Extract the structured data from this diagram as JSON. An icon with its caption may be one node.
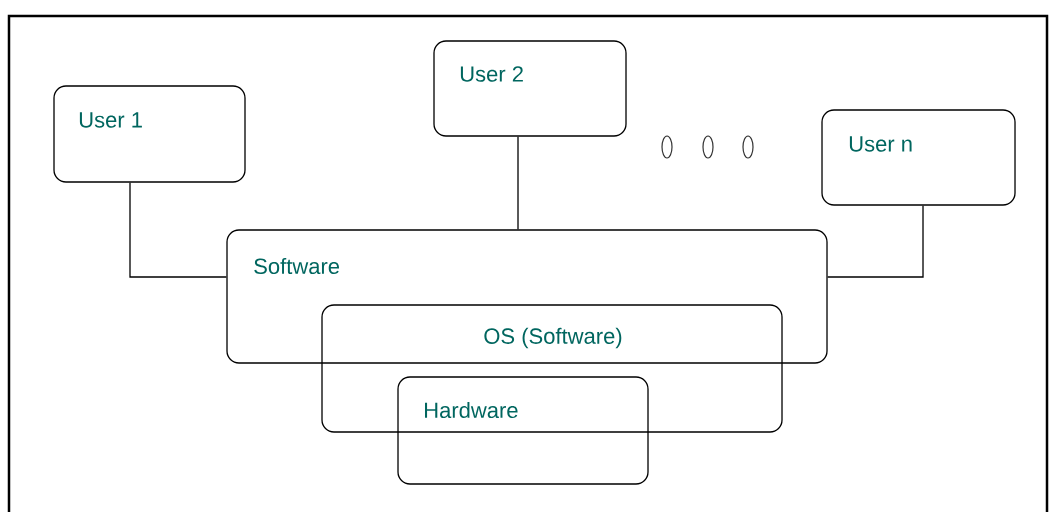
{
  "diagram": {
    "nodes": [
      {
        "text": [
          "User 1"
        ]
      },
      {
        "text": [
          "User 2"
        ]
      },
      {
        "text": [
          "User n"
        ]
      },
      {
        "text": [
          "Software"
        ]
      },
      {
        "text": [
          "OS (Software)"
        ]
      },
      {
        "text": [
          "Hardware"
        ]
      }
    ],
    "edges": [
      {
        "from": 0,
        "to": 3,
        "arrow": "none"
      },
      {
        "from": 1,
        "to": 3,
        "arrow": "none"
      },
      {
        "from": 2,
        "to": 3,
        "arrow": "none"
      }
    ]
  }
}
